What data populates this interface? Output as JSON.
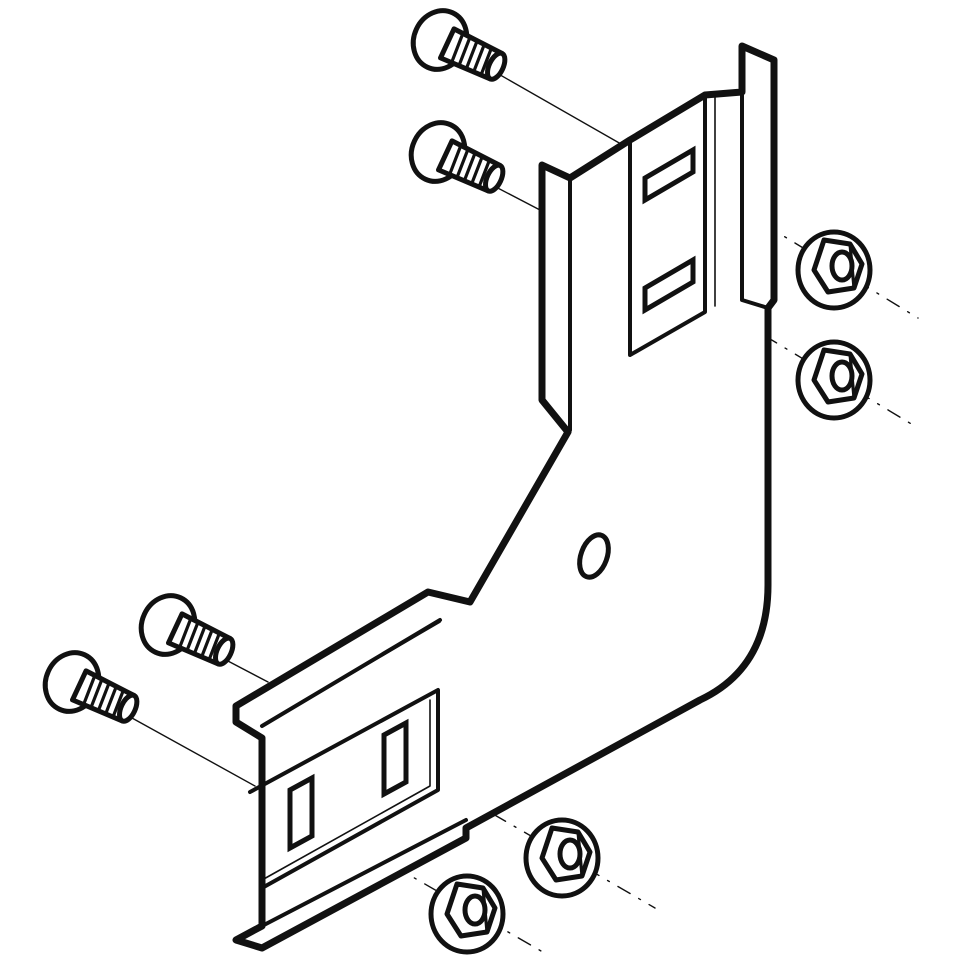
{
  "figure": {
    "style": "exploded isometric line drawing",
    "colors": {
      "ink": "#111111",
      "paper": "#ffffff",
      "background": "#ffffff"
    },
    "parts": {
      "bracket": {
        "name": "",
        "count": 1
      },
      "bolts": {
        "name": "",
        "count": 4
      },
      "nuts": {
        "name": "",
        "count": 4
      }
    }
  }
}
